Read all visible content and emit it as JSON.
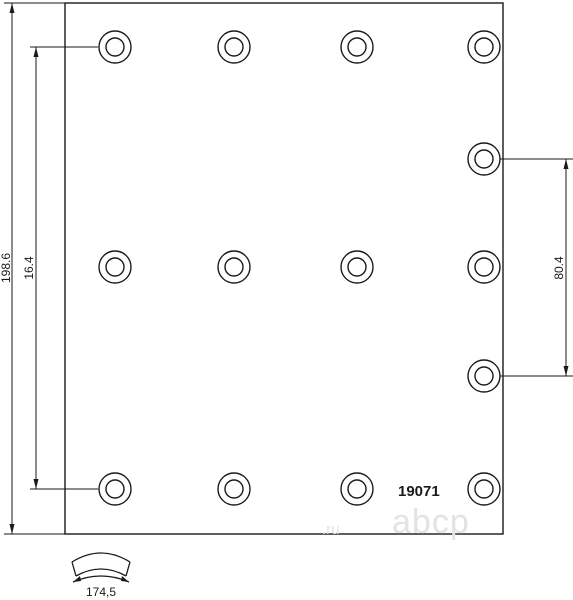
{
  "dimensions": {
    "overall_height": "198.6",
    "rivet_row_span": "16.4",
    "right_hole_span": "80.4",
    "arc_width": "174,5"
  },
  "part_number": "19071",
  "watermark": {
    "brand": "abcp",
    "suffix": ".ru"
  },
  "colors": {
    "line": "#1a1a1a",
    "watermark": "#e3e3e3"
  }
}
